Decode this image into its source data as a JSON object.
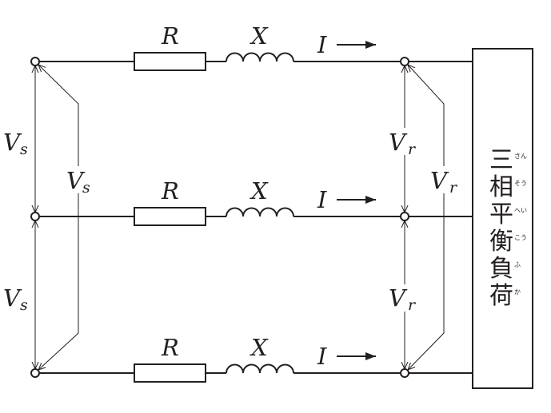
{
  "labels": {
    "resistance": "R",
    "reactance": "X",
    "current": "I",
    "sending_voltage": "V",
    "sending_sub": "s",
    "receiving_voltage": "V",
    "receiving_sub": "r"
  },
  "load": {
    "text": [
      "三",
      "相",
      "平",
      "衡",
      "負",
      "荷"
    ],
    "ruby": [
      "さん",
      "そう",
      "へい",
      "こう",
      "ふ",
      "か"
    ]
  },
  "colors": {
    "line": "#231f20",
    "background": "#ffffff"
  }
}
